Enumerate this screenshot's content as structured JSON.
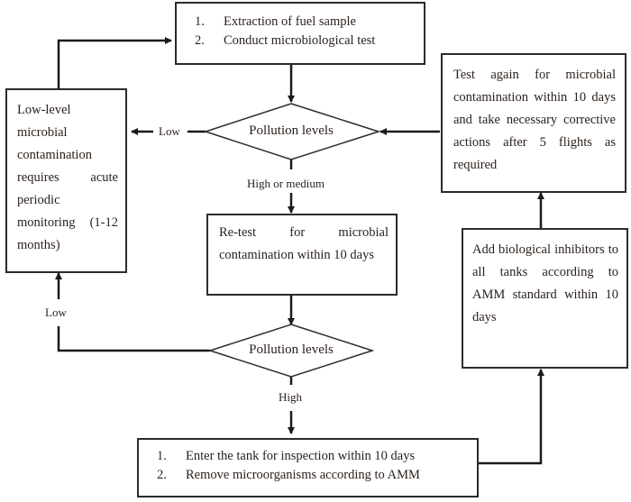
{
  "nodes": {
    "start": {
      "items": [
        {
          "num": "1.",
          "text": "Extraction of fuel sample"
        },
        {
          "num": "2.",
          "text": "Conduct microbiological test"
        }
      ]
    },
    "decision1": {
      "text": "Pollution levels"
    },
    "low_level_box": {
      "text": "Low-level microbial contamination requires acute periodic monitoring (1-12 months)"
    },
    "retest_box": {
      "text": "Re-test for microbial contamination within 10 days"
    },
    "decision2": {
      "text": "Pollution levels"
    },
    "inspection": {
      "items": [
        {
          "num": "1.",
          "text": "Enter the tank for inspection within 10 days"
        },
        {
          "num": "2.",
          "text": "Remove microorganisms according to AMM"
        }
      ]
    },
    "inhibitors_box": {
      "text": "Add biological inhibitors to all tanks according to AMM standard within 10 days"
    },
    "test_again_box": {
      "text": "Test again for microbial contamination within 10 days and take necessary corrective actions after 5 flights as required"
    }
  },
  "edge_labels": {
    "d1_low": "Low",
    "d1_high_medium": "High or medium",
    "d2_low": "Low",
    "d2_high": "High"
  }
}
